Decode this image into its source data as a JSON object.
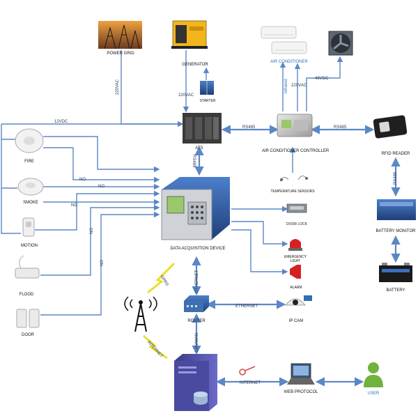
{
  "nodes": {
    "power_grid": "POWER GRID",
    "generator": "GENERATOR",
    "starter": "STARTER",
    "ats": "ATS",
    "air_conditioner": "AIR CONDITIONER",
    "ac_controller": "AIR CONDITIONER CONTROLLER",
    "temperature_sensors": "TEMPERATURE SENSORS",
    "rfid_reader": "RFID READER",
    "battery_monitor": "BATTERY MONITOR",
    "battery": "BATTERY",
    "fire": "FIRE",
    "smoke": "SMOKE",
    "motion": "MOTION",
    "flood": "FLOOD",
    "door": "DOOR",
    "data_acquisition_device": "DATA ACQUISITION DEVICE",
    "door_lock": "DOOR LOCK",
    "emergency_light_1": "EMERGENCY",
    "emergency_light_2": "LIGHT",
    "alarm": "ALARM",
    "router": "ROUTER",
    "ip_cam": "IP CAM",
    "web_protocol": "WEB PROTOCOL",
    "user": "USER"
  },
  "edges": {
    "grid_ats": "220VAC",
    "gen_starter": "220VAC",
    "ac_power": "220VAC",
    "infrared": "Infrared",
    "fan_power": "48VDC",
    "ats_acc": "RS485",
    "acc_rfid": "RS485",
    "dad_ats": "RS485",
    "rfid_bm": "RS485",
    "sensors_power": "12VDC",
    "smoke_no": "NO",
    "fire_no": "NO",
    "motion_no": "NO",
    "flood_no": "NO",
    "door_no": "NO",
    "gprs": "GPRS",
    "dad_router": "ETHERNET",
    "router_cam": "ETHERNET",
    "router_server": "LAN/WAN",
    "internet_left": "INTERNET",
    "internet_right": "INTERNET"
  },
  "colors": {
    "wire": "#5b87c6",
    "device_blue": "#2d5c9e",
    "screen_green": "#9ac86a",
    "alarm_red": "#d62020",
    "user_green": "#6fb23e"
  }
}
